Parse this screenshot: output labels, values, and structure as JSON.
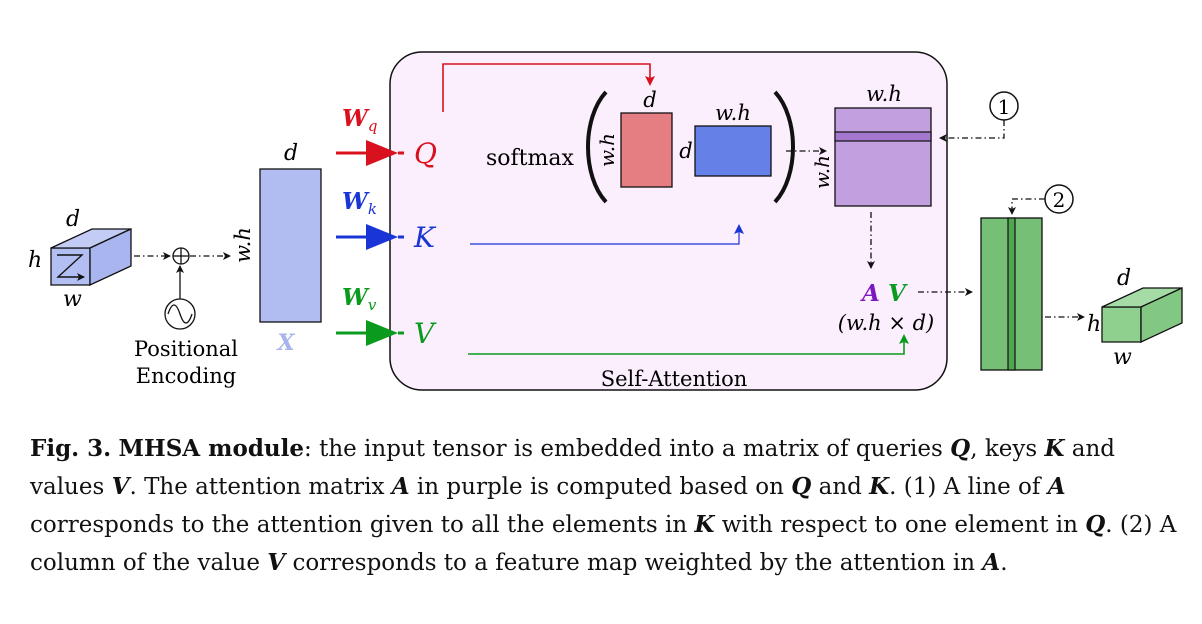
{
  "diagram": {
    "labels": {
      "d": "d",
      "h": "h",
      "w": "w",
      "wh": "w.h",
      "X": "X",
      "positional_line1": "Positional",
      "positional_line2": "Encoding",
      "Wq_main": "W",
      "Wq_sub": "q",
      "Wk_main": "W",
      "Wk_sub": "k",
      "Wv_main": "W",
      "Wv_sub": "v",
      "Q": "Q",
      "K": "K",
      "V": "V",
      "softmax": "softmax",
      "A": "A",
      "V_bold": "V",
      "av_dims": "(w.h × d)",
      "self_attention": "Self-Attention",
      "circle1": "1",
      "circle2": "2"
    },
    "colors": {
      "input_tensor": "#b3bff2",
      "X_matrix": "#b1bcf1",
      "X_label": "#a8b4ec",
      "query": "#d9101e",
      "key": "#1a35d6",
      "value": "#0a9a1e",
      "q_matrix": "#e57e82",
      "k_matrix": "#6580e6",
      "attention_matrix": "#c29fde",
      "av_purple": "#7b18c2",
      "v_matrix": "#76bf76",
      "output_tensor": "#8fd08f",
      "panel_fill": "#fbeefd"
    }
  },
  "caption": {
    "fig_label": "Fig. 3.",
    "title": "MHSA module",
    "t1": ": the input tensor is embedded into a matrix of queries ",
    "Q": "Q",
    "t2": ",",
    "t3": "keys ",
    "K": "K",
    "t4": " and values ",
    "V": "V",
    "t5": ". The attention matrix ",
    "A": "A",
    "t6": " in purple is computed based on ",
    "t7": " and",
    "t8": ". (1) A line of ",
    "t9": " corresponds to the attention given to all the elements in ",
    "t10": " with",
    "t11": "respect to one element in ",
    "t12": ". (2) A column of the value ",
    "t13": " corresponds to a feature",
    "t14": "map weighted by the attention in ",
    "t15": "."
  }
}
